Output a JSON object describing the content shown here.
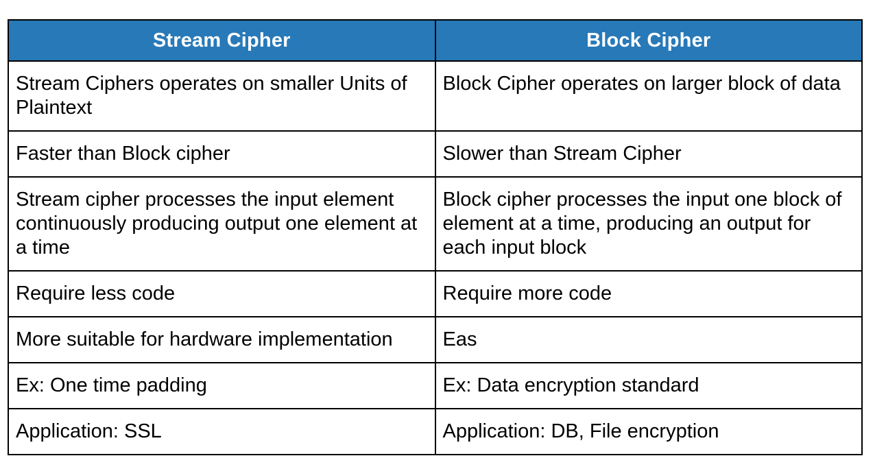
{
  "colors": {
    "header_bg": "#2879B8",
    "header_text": "#FFFFFF",
    "border": "#000000",
    "body_text": "#000000",
    "page_bg": "#FFFFFF"
  },
  "table": {
    "headers": [
      "Stream Cipher",
      "Block Cipher"
    ],
    "rows": [
      [
        "Stream Ciphers operates on smaller Units of Plaintext",
        "Block Cipher operates on larger block of data"
      ],
      [
        "Faster than Block cipher",
        "Slower than Stream Cipher"
      ],
      [
        "Stream cipher processes the input element continuously producing output one element at a time",
        "Block cipher processes the input one block of element at a time, producing an output for each input block"
      ],
      [
        "Require less code",
        "Require more code"
      ],
      [
        "More suitable for hardware implementation",
        "Eas"
      ],
      [
        "Ex: One time padding",
        "Ex: Data encryption standard"
      ],
      [
        "Application: SSL",
        "Application: DB, File encryption"
      ]
    ]
  }
}
